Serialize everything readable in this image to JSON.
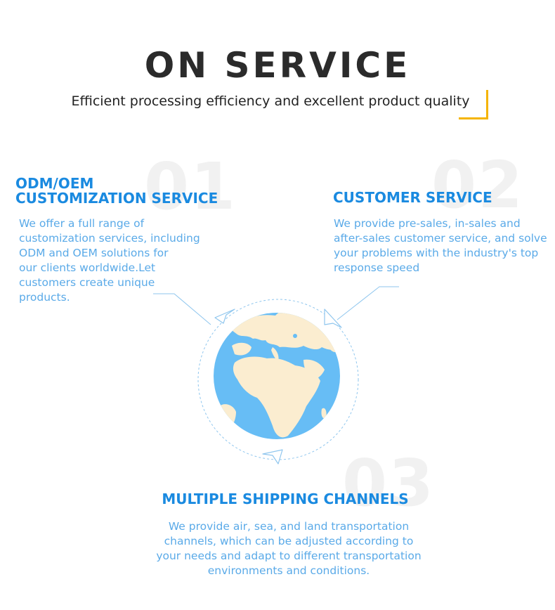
{
  "header": {
    "title": "ON SERVICE",
    "subtitle": "Efficient processing efficiency and excellent product quality"
  },
  "sections": [
    {
      "number": "01",
      "heading_line1": "ODM/OEM",
      "heading_line2": "CUSTOMIZATION SERVICE",
      "description_lines": [
        "We offer a full range of",
        "customization services, including",
        "ODM and OEM solutions for",
        "our clients worldwide.Let",
        "customers create unique",
        "products."
      ]
    },
    {
      "number": "02",
      "heading": "CUSTOMER SERVICE",
      "description_lines": [
        "We provide pre-sales, in-sales and",
        "after-sales customer service, and solve",
        "your problems with the industry's top",
        "response speed"
      ]
    },
    {
      "number": "03",
      "heading": "MULTIPLE SHIPPING CHANNELS",
      "description_lines": [
        "We provide air, sea, and land transportation",
        "channels, which can be adjusted according to",
        "your needs and adapt to different transportation",
        "environments and conditions."
      ]
    }
  ],
  "colors": {
    "heading_blue": "#1a8ae0",
    "text_blue": "#5aaae8",
    "accent_yellow": "#f5b400",
    "ocean": "#67bdf5",
    "land": "#fbedd0"
  }
}
